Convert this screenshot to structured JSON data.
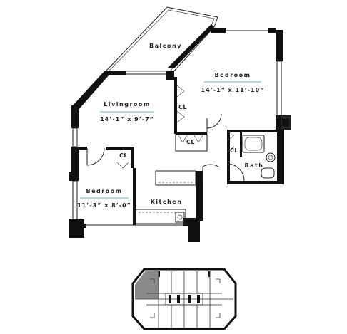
{
  "rooms": {
    "balcony": {
      "name": "Balcony"
    },
    "bedroom1": {
      "name": "Bedroom",
      "dims": "14’-1” x 11’-10”"
    },
    "livingroom": {
      "name": "Livingroom",
      "dims": "14’-1” x 9’-7”"
    },
    "bedroom2": {
      "name": "Bedroom",
      "dims": "11’-3” x 8’-0”"
    },
    "kitchen": {
      "name": "Kitchen"
    },
    "bath": {
      "name": "Bath"
    }
  },
  "closets": [
    "CL",
    "CL",
    "CL",
    "CL"
  ],
  "colors": {
    "accent": "#7fc6c8",
    "wall": "#111111",
    "highlight": "#8a8a8a"
  }
}
